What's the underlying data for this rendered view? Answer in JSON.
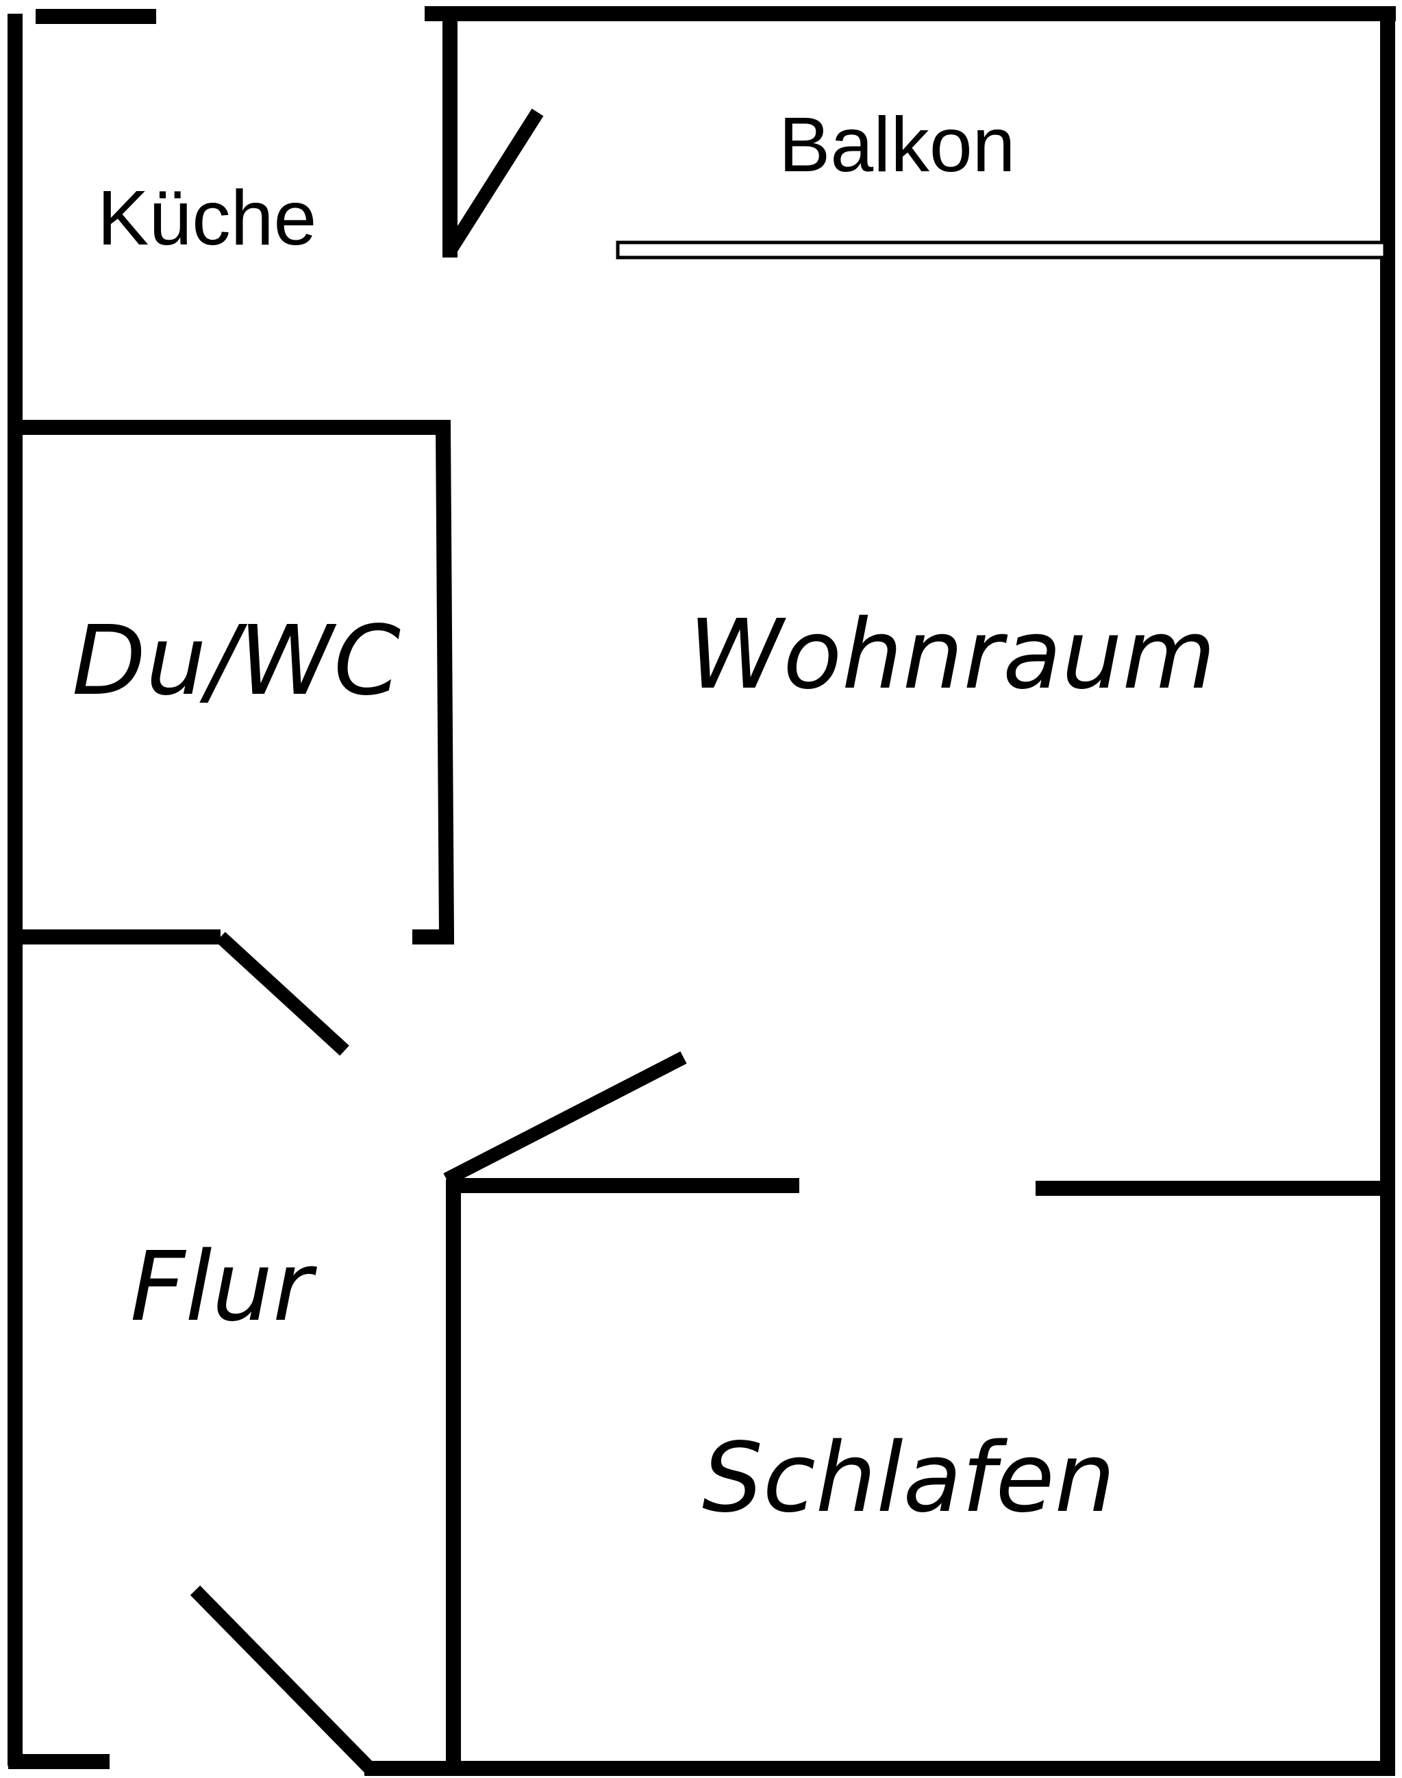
{
  "rooms": {
    "kueche": "Küche",
    "balkon": "Balkon",
    "du_wc": "Du/WC",
    "wohnraum": "Wohnraum",
    "flur": "Flur",
    "schlafen": "Schlafen"
  },
  "colors": {
    "wall": "#000000",
    "background": "#ffffff"
  }
}
